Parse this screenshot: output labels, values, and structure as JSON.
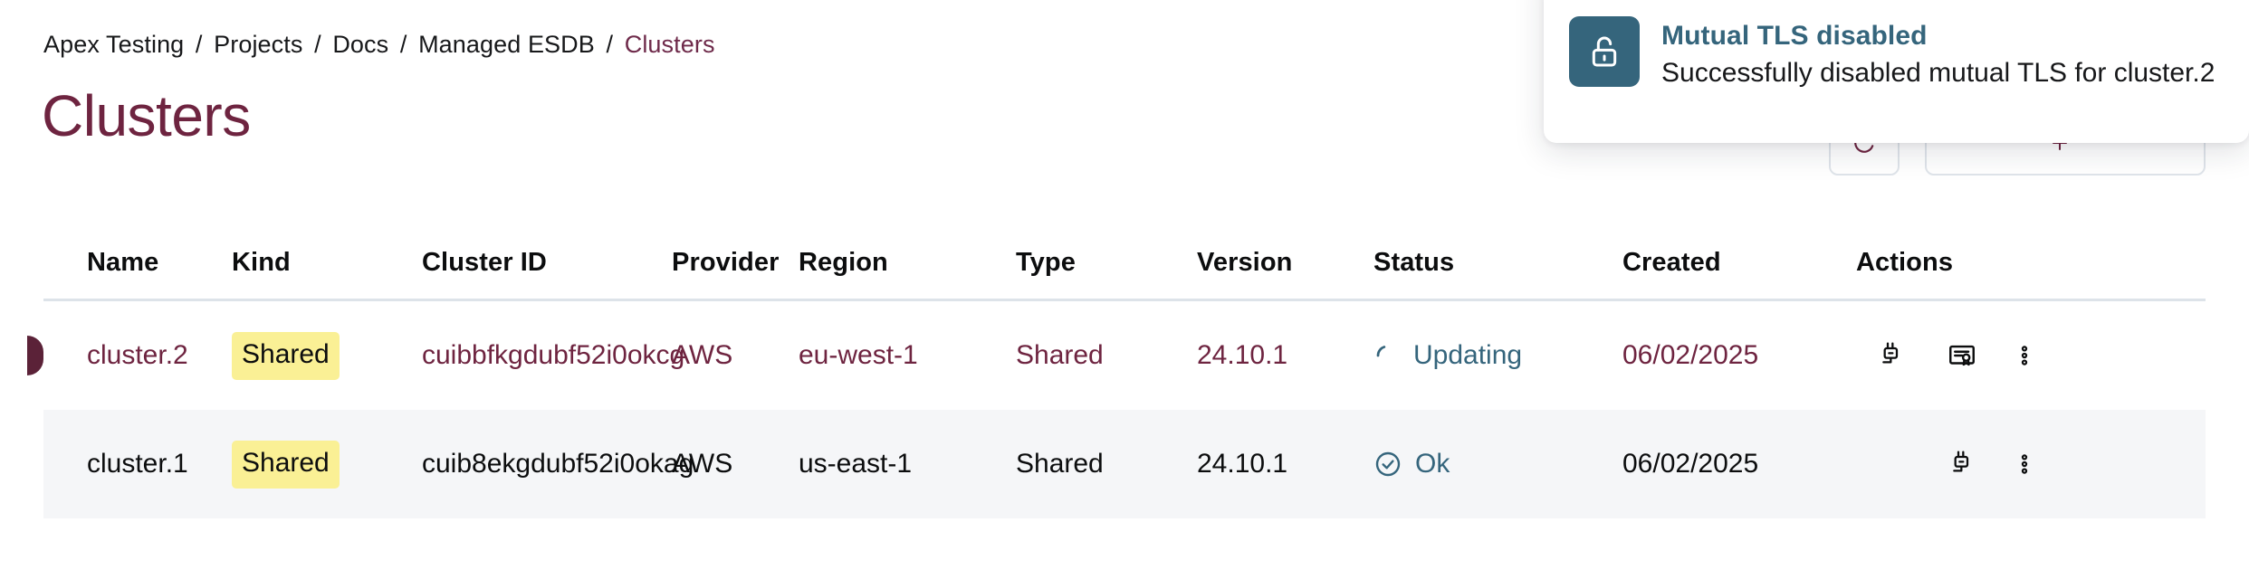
{
  "breadcrumb": {
    "items": [
      {
        "label": "Apex Testing",
        "current": false
      },
      {
        "label": "Projects",
        "current": false
      },
      {
        "label": "Docs",
        "current": false
      },
      {
        "label": "Managed ESDB",
        "current": false
      },
      {
        "label": "Clusters",
        "current": true
      }
    ],
    "separator": "/"
  },
  "page": {
    "title": "Clusters"
  },
  "header_actions": {
    "refresh_label": "",
    "create_label": ""
  },
  "table": {
    "columns": [
      "Name",
      "Kind",
      "Cluster ID",
      "Provider",
      "Region",
      "Type",
      "Version",
      "Status",
      "Created",
      "Actions"
    ],
    "rows": [
      {
        "name": "cluster.2",
        "kind": "Shared",
        "cluster_id": "cuibbfkgdubf52i0okcg",
        "provider": "AWS",
        "region": "eu-west-1",
        "type": "Shared",
        "version": "24.10.1",
        "status": "Updating",
        "status_icon": "spinner-icon",
        "created": "06/02/2025",
        "selected": true,
        "has_certificate_action": true
      },
      {
        "name": "cluster.1",
        "kind": "Shared",
        "cluster_id": "cuib8ekgdubf52i0okag",
        "provider": "AWS",
        "region": "us-east-1",
        "type": "Shared",
        "version": "24.10.1",
        "status": "Ok",
        "status_icon": "check-circle-icon",
        "created": "06/02/2025",
        "selected": false,
        "has_certificate_action": false
      }
    ]
  },
  "toast": {
    "title": "Mutual TLS disabled",
    "body": "Successfully disabled mutual TLS for cluster.2",
    "icon": "unlock-icon"
  },
  "colors": {
    "accent_maroon": "#6e2440",
    "status_teal": "#35657c",
    "badge_yellow": "#faf095",
    "row_alt_bg": "#f5f6f8",
    "border_gray": "#dde3e9"
  }
}
